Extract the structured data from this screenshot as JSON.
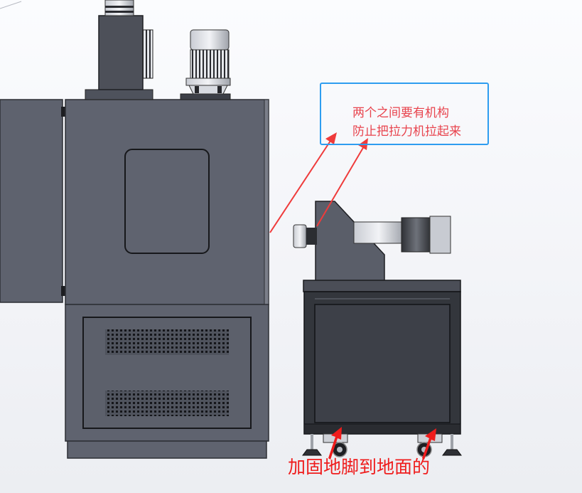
{
  "annotations": {
    "note_line_1": "两个之间要有机构",
    "note_line_2": "防止把拉力机拉起来",
    "bottom_caption": "加固地脚到地面的"
  },
  "colors": {
    "cabinet_body": "#5e626e",
    "cabinet_frame": "#33363c",
    "annotation_box_border": "#2e9df0",
    "annotation_text": "#e8434d",
    "arrow": "#ef3b3b",
    "caption_text": "#ef1c1c"
  }
}
